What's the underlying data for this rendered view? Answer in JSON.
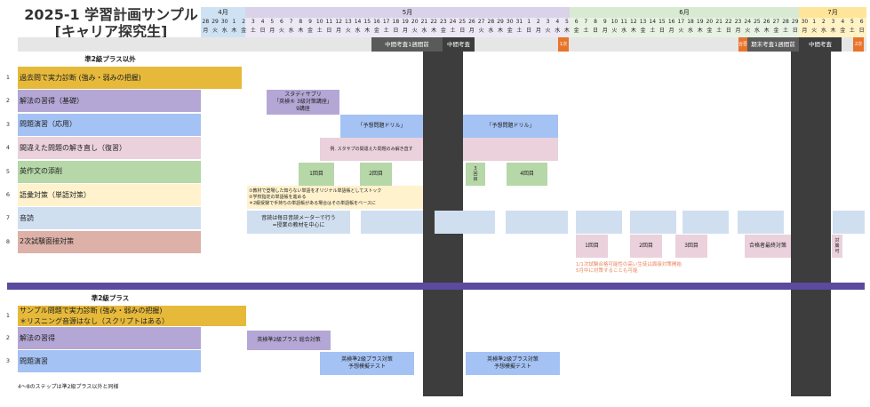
{
  "title_line1": "2025-1 学習計画サンプル",
  "title_line2": "[キャリア探究生]",
  "months": {
    "apr": {
      "label": "4月",
      "color": "#cfe2f3"
    },
    "may": {
      "label": "5月",
      "color": "#d9d2e9"
    },
    "jun": {
      "label": "6月",
      "color": "#d9ead3"
    },
    "jul": {
      "label": "7月",
      "color": "#ffe599"
    }
  },
  "days": [
    {
      "d": "28",
      "w": "月"
    },
    {
      "d": "29",
      "w": "火"
    },
    {
      "d": "30",
      "w": "水"
    },
    {
      "d": "1",
      "w": "木"
    },
    {
      "d": "2",
      "w": "金"
    },
    {
      "d": "3",
      "w": "土"
    },
    {
      "d": "4",
      "w": "日"
    },
    {
      "d": "5",
      "w": "月"
    },
    {
      "d": "6",
      "w": "火"
    },
    {
      "d": "7",
      "w": "水"
    },
    {
      "d": "8",
      "w": "木"
    },
    {
      "d": "9",
      "w": "金"
    },
    {
      "d": "10",
      "w": "土"
    },
    {
      "d": "11",
      "w": "日"
    },
    {
      "d": "12",
      "w": "月"
    },
    {
      "d": "13",
      "w": "火"
    },
    {
      "d": "14",
      "w": "水"
    },
    {
      "d": "15",
      "w": "木"
    },
    {
      "d": "16",
      "w": "金"
    },
    {
      "d": "17",
      "w": "土"
    },
    {
      "d": "18",
      "w": "日"
    },
    {
      "d": "19",
      "w": "月"
    },
    {
      "d": "20",
      "w": "火"
    },
    {
      "d": "21",
      "w": "水"
    },
    {
      "d": "22",
      "w": "木"
    },
    {
      "d": "23",
      "w": "金"
    },
    {
      "d": "24",
      "w": "土"
    },
    {
      "d": "25",
      "w": "日"
    },
    {
      "d": "26",
      "w": "月"
    },
    {
      "d": "27",
      "w": "火"
    },
    {
      "d": "28",
      "w": "水"
    },
    {
      "d": "29",
      "w": "木"
    },
    {
      "d": "30",
      "w": "金"
    },
    {
      "d": "31",
      "w": "土"
    },
    {
      "d": "1",
      "w": "日"
    },
    {
      "d": "2",
      "w": "月"
    },
    {
      "d": "3",
      "w": "火"
    },
    {
      "d": "4",
      "w": "水"
    },
    {
      "d": "5",
      "w": "木"
    },
    {
      "d": "6",
      "w": "金"
    },
    {
      "d": "7",
      "w": "土"
    },
    {
      "d": "8",
      "w": "日"
    },
    {
      "d": "9",
      "w": "月"
    },
    {
      "d": "10",
      "w": "火"
    },
    {
      "d": "11",
      "w": "水"
    },
    {
      "d": "12",
      "w": "木"
    },
    {
      "d": "13",
      "w": "金"
    },
    {
      "d": "14",
      "w": "土"
    },
    {
      "d": "15",
      "w": "日"
    },
    {
      "d": "16",
      "w": "月"
    },
    {
      "d": "17",
      "w": "火"
    },
    {
      "d": "18",
      "w": "水"
    },
    {
      "d": "19",
      "w": "木"
    },
    {
      "d": "20",
      "w": "金"
    },
    {
      "d": "21",
      "w": "土"
    },
    {
      "d": "22",
      "w": "日"
    },
    {
      "d": "23",
      "w": "月"
    },
    {
      "d": "24",
      "w": "火"
    },
    {
      "d": "25",
      "w": "水"
    },
    {
      "d": "26",
      "w": "木"
    },
    {
      "d": "27",
      "w": "金"
    },
    {
      "d": "28",
      "w": "土"
    },
    {
      "d": "29",
      "w": "日"
    },
    {
      "d": "30",
      "w": "月"
    },
    {
      "d": "1",
      "w": "火"
    },
    {
      "d": "2",
      "w": "水"
    },
    {
      "d": "3",
      "w": "木"
    },
    {
      "d": "4",
      "w": "金"
    },
    {
      "d": "5",
      "w": "土"
    },
    {
      "d": "6",
      "w": "日"
    }
  ],
  "events": {
    "midterm_week": "中間考査1週間前",
    "midterm": "中間考査",
    "badge1": "1次",
    "badge_pass": "合否",
    "final_week": "期末考査1週間前",
    "final": "中間考査",
    "badge2": "2次"
  },
  "section1": {
    "heading": "準2級プラス以外",
    "rows": [
      {
        "num": "1",
        "label": "過去問で実力診断 (強み・弱みの把握)",
        "color": "#e6b93a"
      },
      {
        "num": "2",
        "label": "解法の習得（基礎）",
        "color": "#b4a7d6"
      },
      {
        "num": "3",
        "label": "問題演習（応用）",
        "color": "#a4c2f4"
      },
      {
        "num": "4",
        "label": "間違えた問題の解き直し（復習）",
        "color": "#ead1dc"
      },
      {
        "num": "5",
        "label": "英作文の添削",
        "color": "#b6d7a8"
      },
      {
        "num": "6",
        "label": "語彙対策（単語対策）",
        "color": "#fff2cc"
      },
      {
        "num": "7",
        "label": "音読",
        "color": "#d0dff0"
      },
      {
        "num": "8",
        "label": "2次試験面接対策",
        "color": "#ddb1a8"
      }
    ],
    "tasks": {
      "studysapuri": "スタディサプリ\n「英検® 3級対策講座」\n9講座",
      "drill1": "「予想問題ドリル」",
      "drill2": "「予想問題ドリル」",
      "review": "例. スタサプの間違えた問題のみ解き直す",
      "essay1": "1回目",
      "essay2": "2回目",
      "essay3": "3\n回\n目",
      "essay4": "4回目",
      "vocab_note": "①教材で登場した知らない単語をオリジナル単語帳としてストック\n②学校指定の単語帳を進める\n＊2級受験で手持ちの単語帳がある場合はその単語帳をベースに",
      "ondoku": "音読は毎日音読メーターで行う\n=授業の教材を中心に",
      "int1": "1回目",
      "int2": "2回目",
      "int3": "3回目",
      "int_final": "合格者最終対策",
      "int_end": "対\n策\n可",
      "int_note": "1/1次試験合格可能性の高い生徒は面接対策開始\n5月中に対策することも可能"
    }
  },
  "section2": {
    "heading": "準2級プラス",
    "rows": [
      {
        "num": "1",
        "label": "サンプル問題で実力診断 (強み・弱みの把握)\n＊リスニング音源はなし（スクリプトはある）",
        "color": "#e6b93a"
      },
      {
        "num": "2",
        "label": "解法の習得",
        "color": "#b4a7d6"
      },
      {
        "num": "3",
        "label": "問題演習",
        "color": "#a4c2f4"
      }
    ],
    "tasks": {
      "pre2_course": "英検準2級プラス 総合対策",
      "pre2_test1": "英検準2級プラス対策\n予想模擬テスト",
      "pre2_test2": "英検準2級プラス対策\n予想模擬テスト"
    },
    "footnote": "4～8のステップは準2級プラス以外と同様"
  },
  "divider_color": "#5b4a9e"
}
